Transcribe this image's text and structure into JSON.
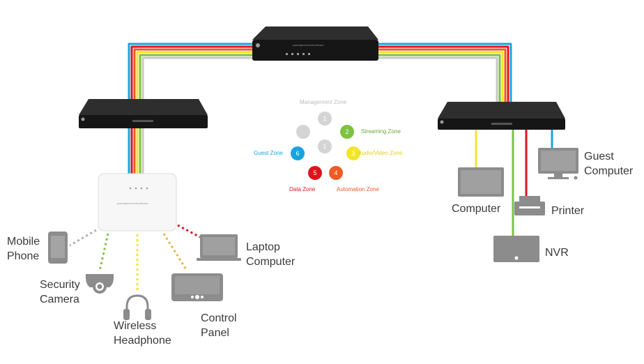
{
  "colors": {
    "management": "#c8c8c8",
    "streaming": "#7dc241",
    "audio_video": "#f2e529",
    "automation": "#f05a24",
    "data": "#e1121b",
    "guest": "#16a4e0",
    "device_gray": "#8c8c8c"
  },
  "switch_labels": {
    "brand": "pakedgedevice&software"
  },
  "zones": {
    "management": {
      "label": "Management Zone",
      "number": "1"
    },
    "center": {
      "number": "1"
    },
    "streaming": {
      "label": "Streaming Zone",
      "number": "2"
    },
    "audio_video": {
      "label": "Audio/Video Zone",
      "number": "3"
    },
    "automation": {
      "label": "Automation Zone",
      "number": "4"
    },
    "data": {
      "label": "Data Zone",
      "number": "5"
    },
    "guest": {
      "label": "Guest Zone",
      "number": "6"
    }
  },
  "devices": {
    "mobile_phone": "Mobile Phone",
    "security_camera": "Security Camera",
    "wireless_headphone": "Wireless Headphone",
    "control_panel": "Control Panel",
    "laptop_computer": "Laptop Computer",
    "computer": "Computer",
    "printer": "Printer",
    "nvr": "NVR",
    "guest_computer": "Guest Computer"
  }
}
